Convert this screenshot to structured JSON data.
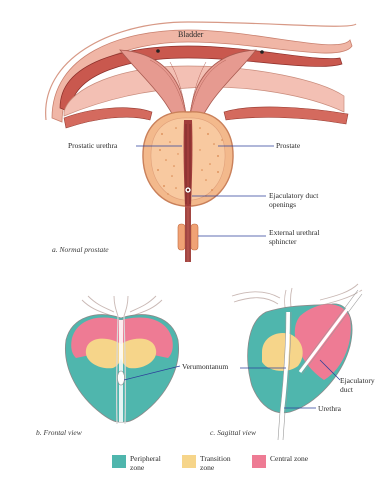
{
  "panel_a": {
    "caption_letter": "a.",
    "caption_text": "Normal prostate",
    "labels": {
      "bladder": "Bladder",
      "prostatic_urethra": "Prostatic urethra",
      "prostate": "Prostate",
      "ejaculatory_openings": "Ejaculatory duct openings",
      "external_sphincter": "External urethral sphincter"
    }
  },
  "panel_b": {
    "caption_letter": "b.",
    "caption_text": "Frontal view",
    "labels": {
      "verumontanum": "Verumontanum"
    }
  },
  "panel_c": {
    "caption_letter": "c.",
    "caption_text": "Sagittal view",
    "labels": {
      "ejaculatory_duct": "Ejaculatory duct",
      "urethra": "Urethra"
    }
  },
  "legend": [
    {
      "label": "Peripheral zone",
      "color": "#4fb6ad"
    },
    {
      "label": "Transition zone",
      "color": "#f6d58a"
    },
    {
      "label": "Central zone",
      "color": "#ee7b94"
    }
  ]
}
